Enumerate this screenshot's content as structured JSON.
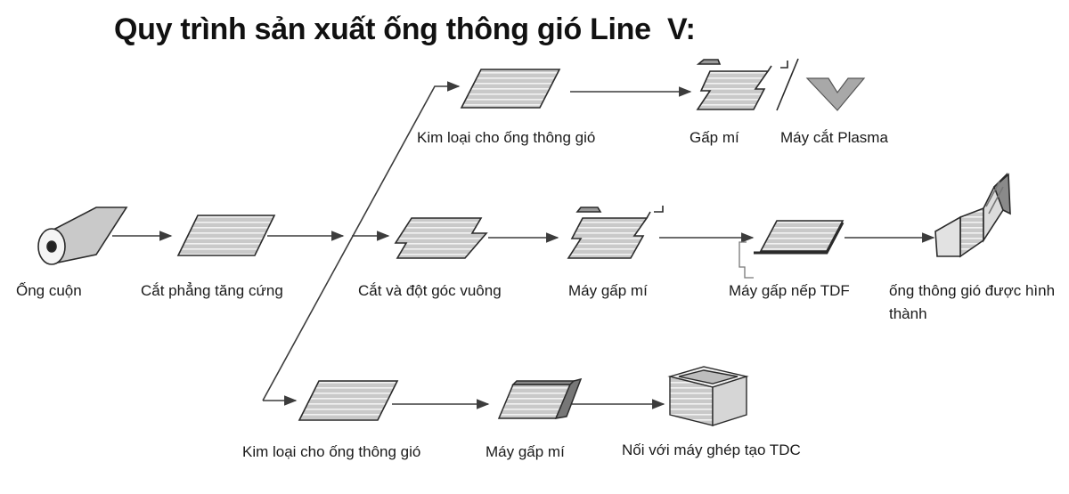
{
  "title": "Quy trình sản xuất ống thông gió Line  V:",
  "labels": {
    "coil": "Ống cuộn",
    "flatten": "Cắt phẳng tăng cứng",
    "top_sheet": "Kim loại cho ống thông gió",
    "top_fold": "Gấp mí",
    "plasma": "Máy cắt Plasma",
    "notch": "Cắt và đột góc vuông",
    "mid_fold": "Máy gấp mí",
    "tdf": "Máy gấp nếp TDF",
    "formed": "ống thông gió được hình thành",
    "bottom_sheet": "Kim loại cho ống thông gió",
    "bottom_fold": "Máy gấp mí",
    "tdc": "Nối với máy ghép tạo TDC"
  },
  "icons": {
    "coil": "sheet-coil-icon",
    "flatten": "flat-sheet-icon",
    "top_sheet": "flat-sheet-icon",
    "top_fold": "seam-folded-sheet-icon",
    "plasma": "plasma-cut-profile-icon",
    "notch": "notched-sheet-icon",
    "mid_fold": "seam-folded-sheet-icon",
    "tdf": "tdf-flanged-sheet-icon",
    "formed": "formed-duct-section-icon",
    "bottom_sheet": "flat-sheet-icon",
    "bottom_fold": "folded-sheet-icon",
    "tdc": "duct-box-icon"
  },
  "colors": {
    "line": "#3c3c3c",
    "sheet_fill": "#c9c9c9",
    "sheet_stripe": "#f2f2f2",
    "outline": "#2a2a2a"
  }
}
